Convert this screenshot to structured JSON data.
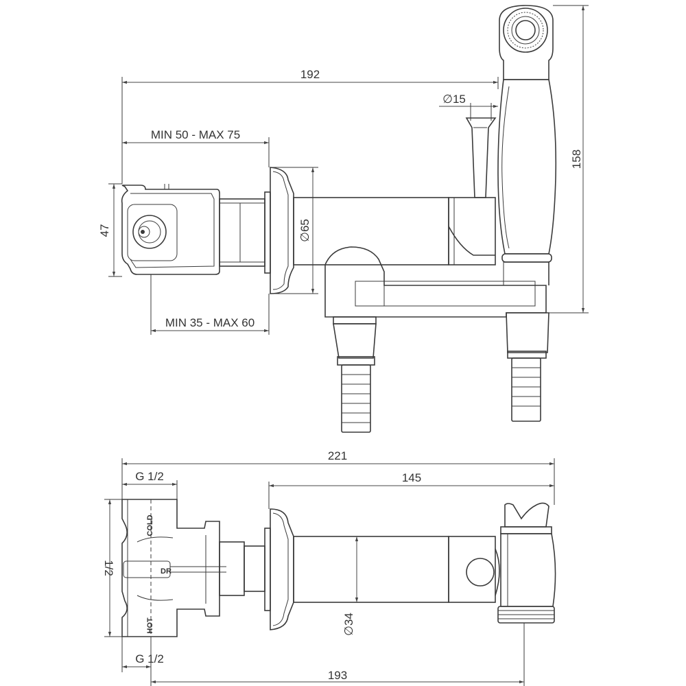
{
  "top_view": {
    "dim_overall_width": "192",
    "dim_wall_depth_upper": "MIN 50 - MAX 75",
    "dim_wall_depth_lower": "MIN 35 - MAX 60",
    "dim_box_height": "47",
    "dim_flange_diameter": "65",
    "dim_stem_diameter": "15",
    "dim_overall_height": "158",
    "diameter_symbol": "∅"
  },
  "bottom_view": {
    "dim_total_length": "221",
    "dim_spout_length": "145",
    "dim_inlet_length": "193",
    "dim_thread_top": "G 1/2",
    "dim_thread_bottom": "G 1/2",
    "dim_side_label": "1/2",
    "dim_body_diameter": "34",
    "label_cold": "COLD",
    "label_hot": "HOT",
    "label_dr": "DR",
    "diameter_symbol": "∅"
  },
  "colors": {
    "line": "#3a3a3a",
    "background": "#ffffff"
  }
}
